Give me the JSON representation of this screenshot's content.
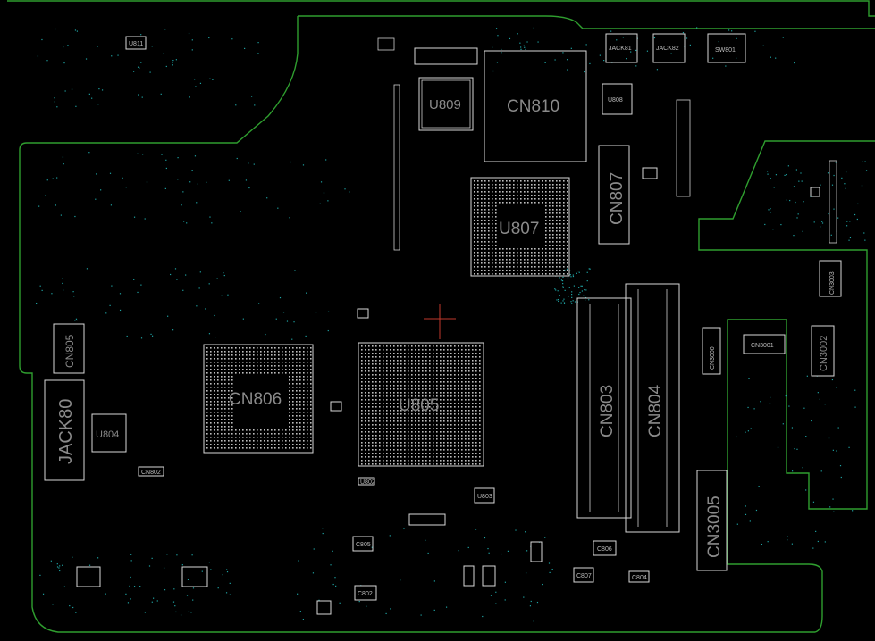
{
  "board": {
    "outline_color": "#2f9e2f",
    "silkscreen_color": "#d8d8d8",
    "via_color": "#1fa3a3",
    "background": "#000000"
  },
  "components": {
    "u811": "U811",
    "jack81": "JACK81",
    "jack82": "JACK82",
    "sw801": "SW801",
    "u809": "U809",
    "cn810": "CN810",
    "u808": "U808",
    "cn807": "CN807",
    "u807": "U807",
    "cn805": "CN805",
    "jack80": "JACK80",
    "u804": "U804",
    "cn806": "CN806",
    "u805": "U805",
    "cn803": "CN803",
    "cn804": "CN804",
    "cn3000": "CN3000",
    "cn3001": "CN3001",
    "cn3002": "CN3002",
    "cn3003": "CN3003",
    "cn3005": "CN3005",
    "cn802": "CN802",
    "u802": "U802",
    "u803": "U803",
    "c802": "C802",
    "c805": "C805",
    "c807": "C807",
    "c804": "C804",
    "c806": "C806"
  }
}
